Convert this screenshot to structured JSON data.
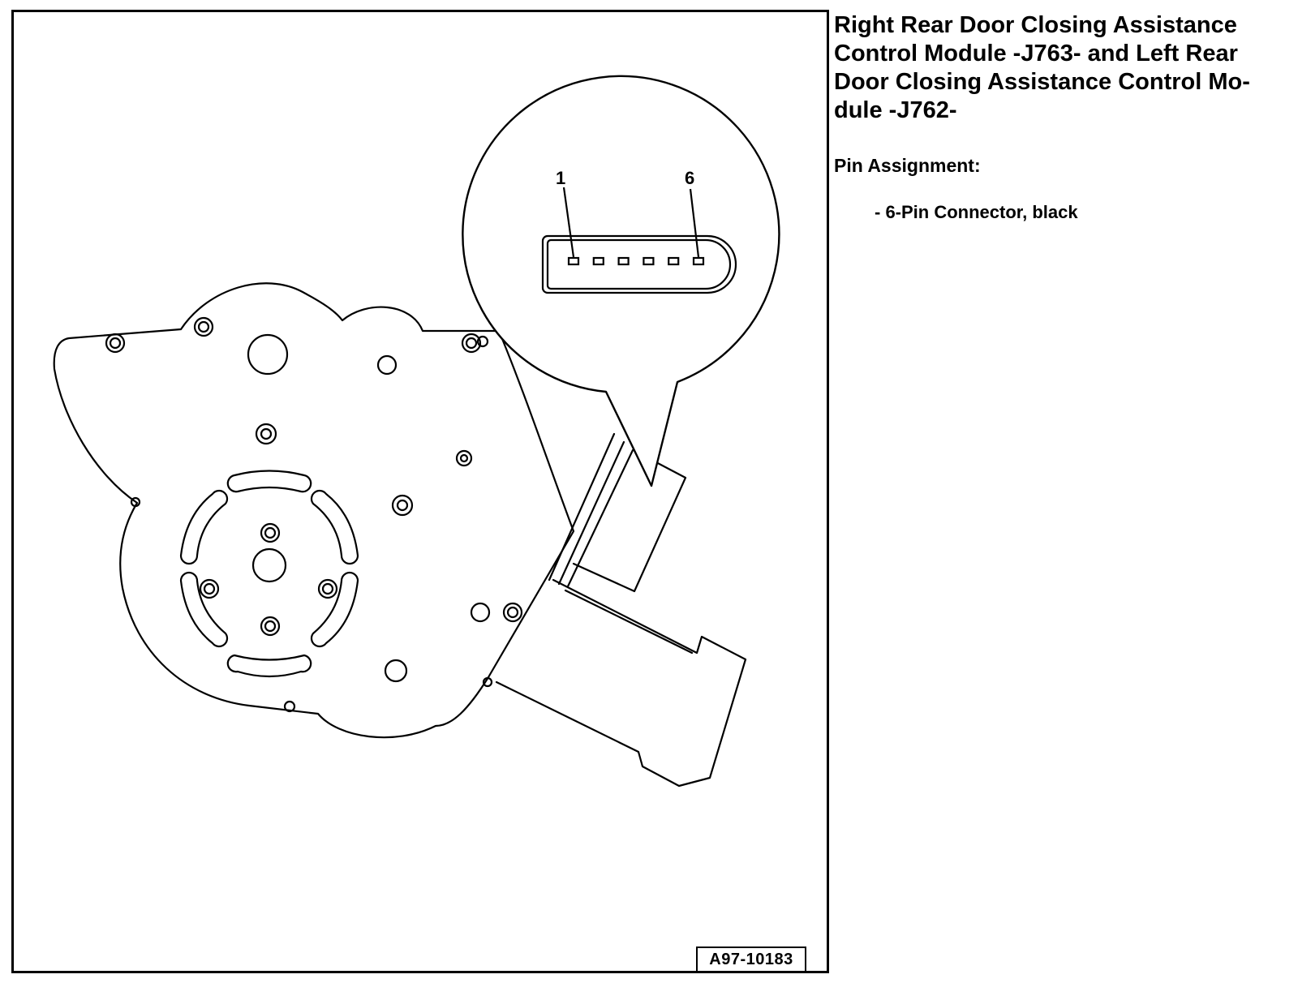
{
  "document": {
    "title": "Right Rear Door Closing Assistance Control Module -J763- and Left Rear Door Closing Assistance Control Mo-dule -J762-",
    "pin_assignment_heading": "Pin Assignment:",
    "connectors": [
      {
        "label": "- 6-Pin Connector, black"
      }
    ]
  },
  "figure": {
    "id": "A97-10183",
    "connector_detail": {
      "pin_count": 6,
      "pin_labels": [
        "1",
        "6"
      ]
    }
  }
}
